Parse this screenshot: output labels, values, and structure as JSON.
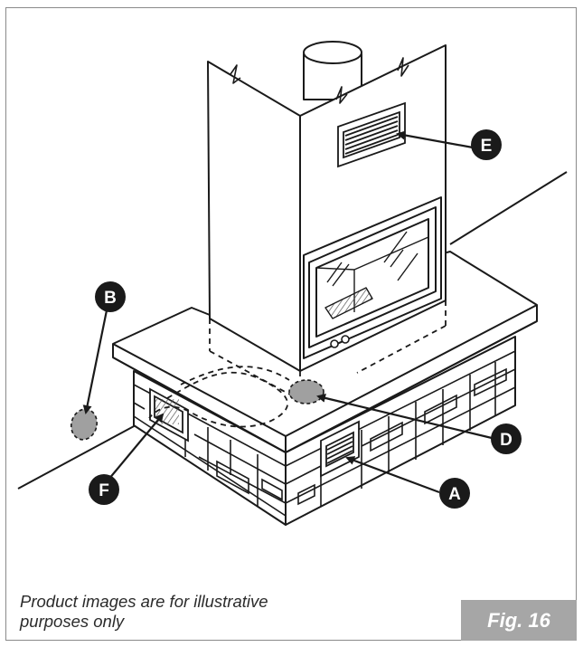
{
  "callouts": {
    "A": "A",
    "B": "B",
    "D": "D",
    "E": "E",
    "F": "F"
  },
  "caption": {
    "line1": "Product images are for illustrative",
    "line2": "purposes only"
  },
  "figure_label": "Fig. 16",
  "colors": {
    "outline": "#1a1a1a",
    "callout_fill": "#1a1a1a",
    "hatched_area_fill": "#a0a0a0",
    "label_background": "#a6a6a6",
    "frame_border": "#8a8a8a"
  }
}
